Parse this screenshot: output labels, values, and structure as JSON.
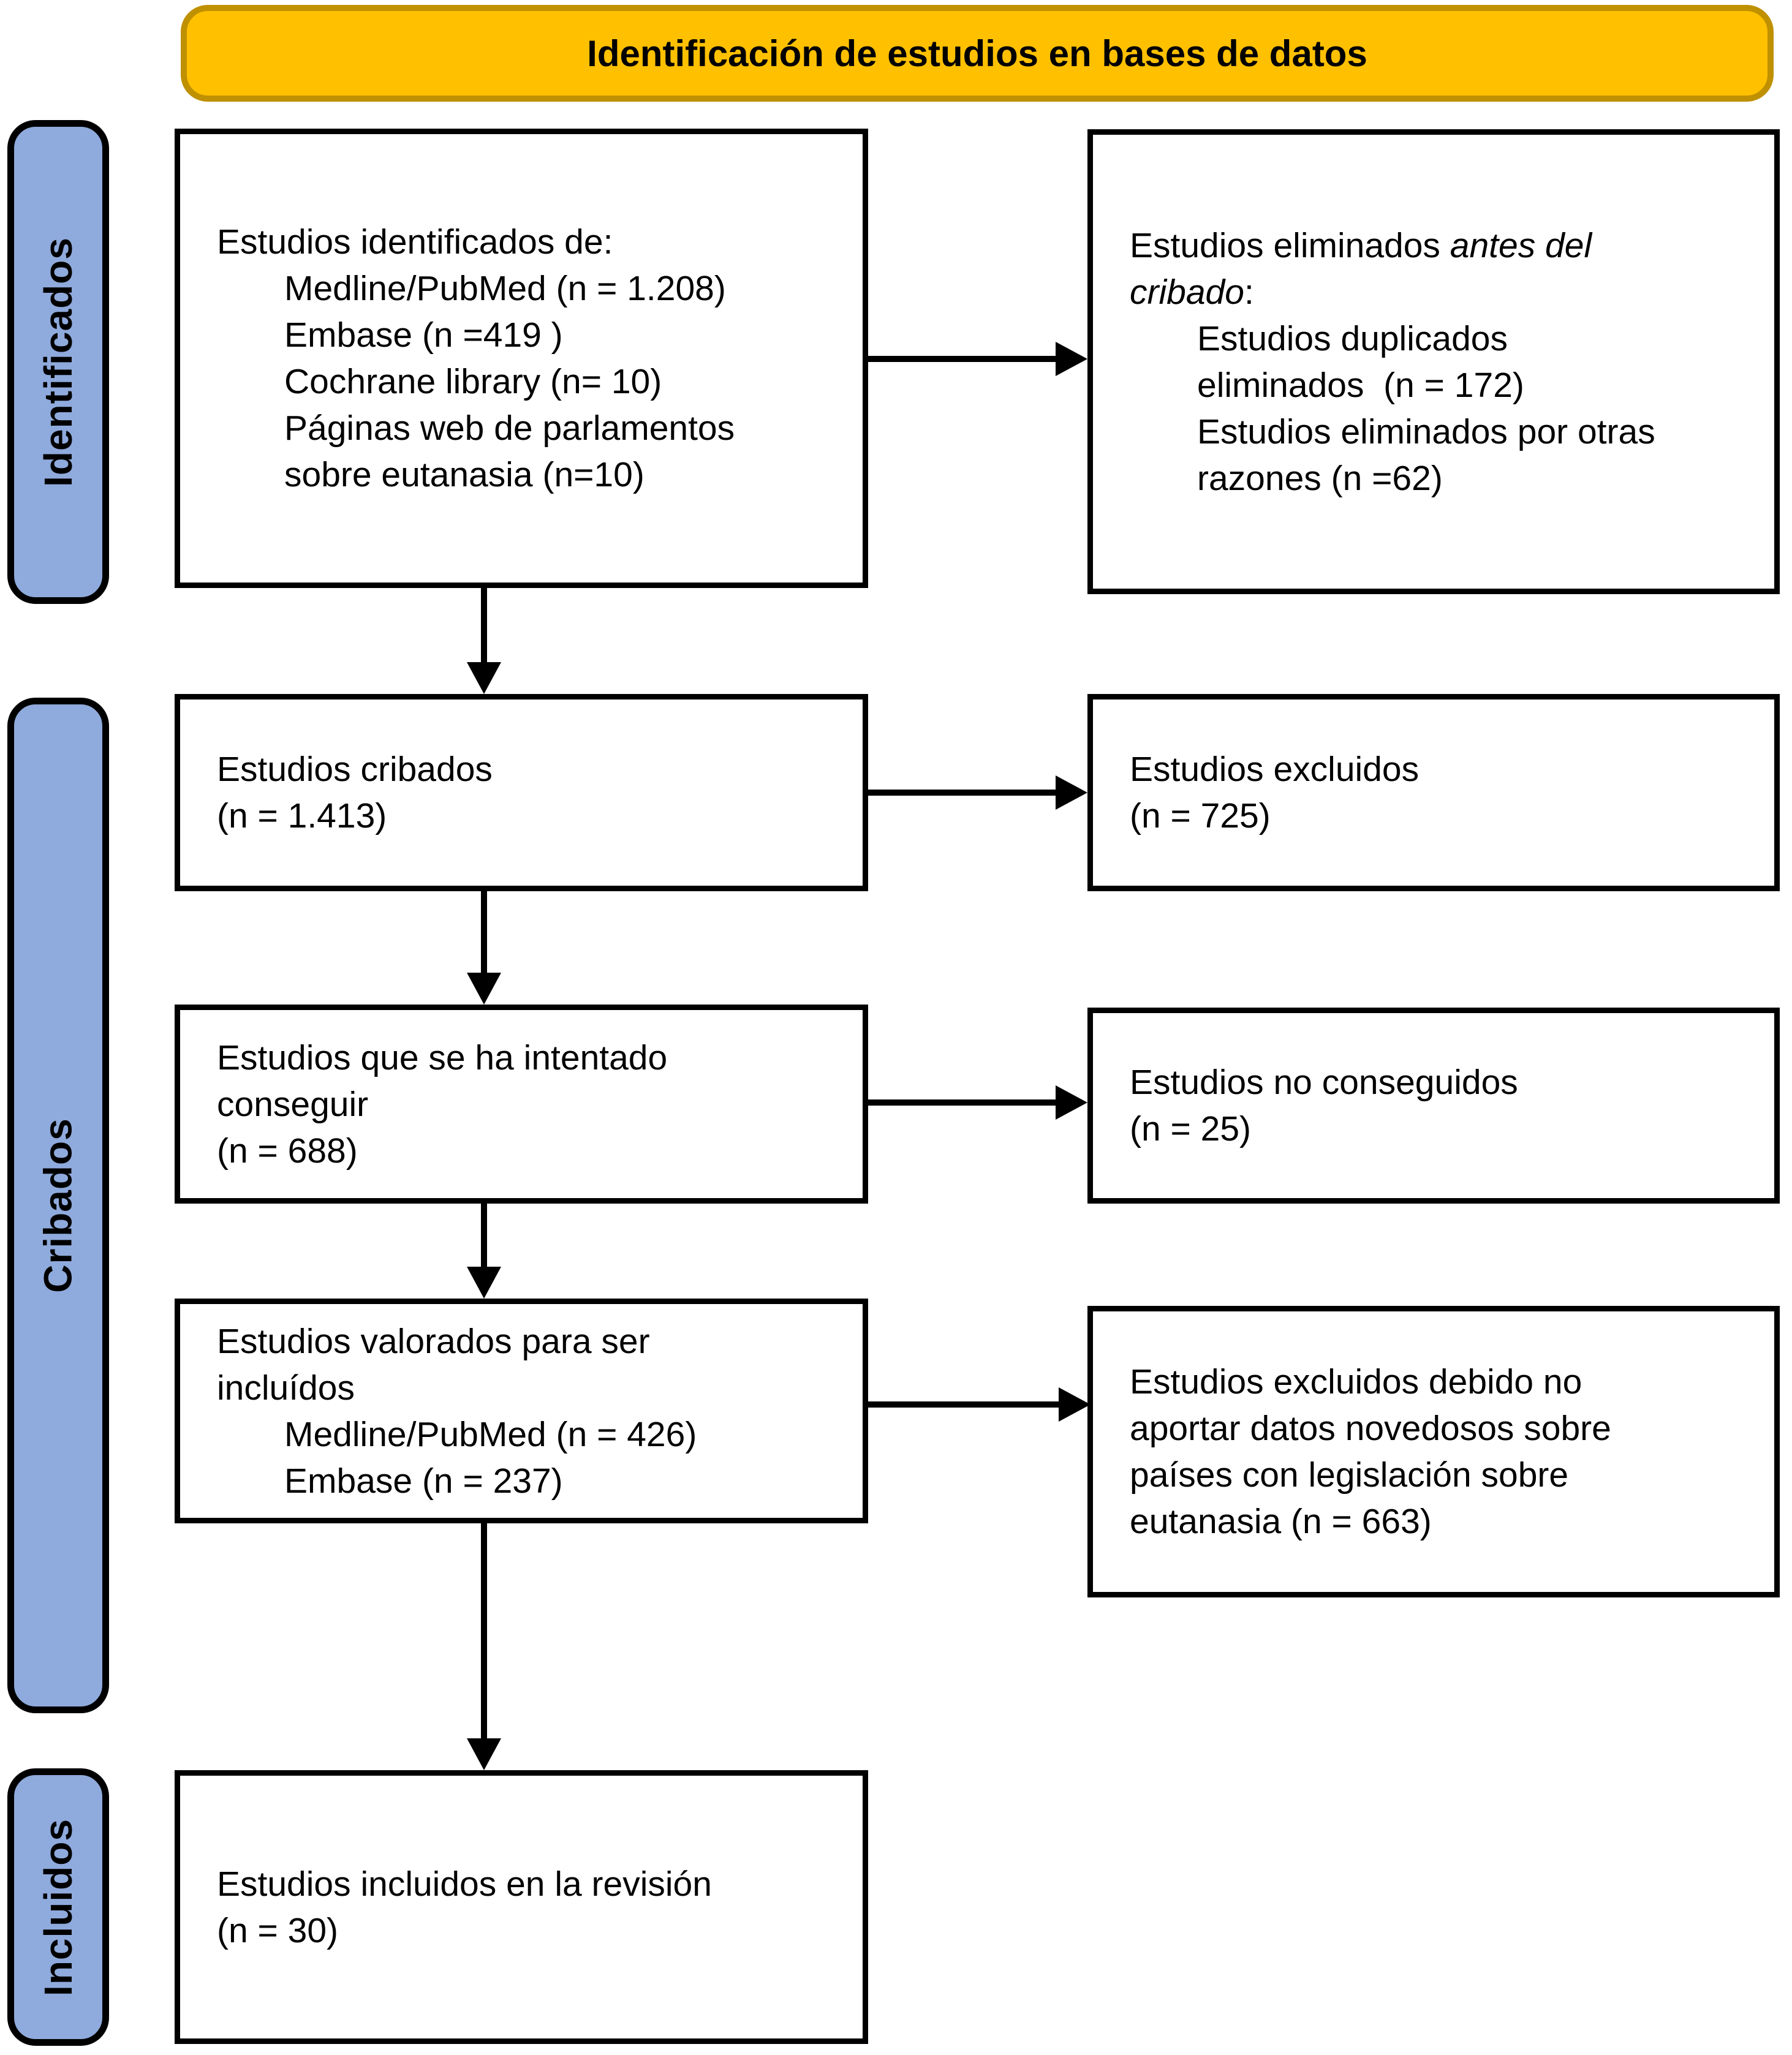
{
  "header": {
    "title": "Identificación de estudios en bases de datos"
  },
  "side_labels": {
    "identificados": "Identificados",
    "cribados": "Cribados",
    "incluidos": "Incluidos"
  },
  "boxes": {
    "identified": {
      "lines": [
        {
          "indent": 0,
          "segments": [
            {
              "text": "Estudios identificados de:"
            }
          ]
        },
        {
          "indent": 1,
          "segments": [
            {
              "text": "Medline/PubMed (n = 1.208)"
            }
          ]
        },
        {
          "indent": 1,
          "segments": [
            {
              "text": "Embase (n =419 )"
            }
          ]
        },
        {
          "indent": 1,
          "segments": [
            {
              "text": "Cochrane library (n= 10)"
            }
          ]
        },
        {
          "indent": 1,
          "segments": [
            {
              "text": "Páginas web de parlamentos"
            }
          ]
        },
        {
          "indent": 1,
          "segments": [
            {
              "text": "sobre eutanasia (n=10)"
            }
          ]
        }
      ]
    },
    "removed_before_screening": {
      "lines": [
        {
          "indent": 0,
          "segments": [
            {
              "text": "Estudios eliminados "
            },
            {
              "text": "antes del",
              "italic": true
            }
          ]
        },
        {
          "indent": 0,
          "segments": [
            {
              "text": "cribado",
              "italic": true
            },
            {
              "text": ":"
            }
          ]
        },
        {
          "indent": 1,
          "segments": [
            {
              "text": "Estudios duplicados"
            }
          ]
        },
        {
          "indent": 1,
          "segments": [
            {
              "text": "eliminados  (n = 172)"
            }
          ]
        },
        {
          "indent": 1,
          "segments": [
            {
              "text": "Estudios eliminados por otras"
            }
          ]
        },
        {
          "indent": 1,
          "segments": [
            {
              "text": "razones (n =62)"
            }
          ]
        }
      ]
    },
    "screened": {
      "lines": [
        {
          "indent": 0,
          "segments": [
            {
              "text": "Estudios cribados"
            }
          ]
        },
        {
          "indent": 0,
          "segments": [
            {
              "text": "(n = 1.413)"
            }
          ]
        }
      ]
    },
    "excluded": {
      "lines": [
        {
          "indent": 0,
          "segments": [
            {
              "text": "Estudios excluidos"
            }
          ]
        },
        {
          "indent": 0,
          "segments": [
            {
              "text": "(n = 725)"
            }
          ]
        }
      ]
    },
    "sought": {
      "lines": [
        {
          "indent": 0,
          "segments": [
            {
              "text": "Estudios que se ha intentado"
            }
          ]
        },
        {
          "indent": 0,
          "segments": [
            {
              "text": "conseguir"
            }
          ]
        },
        {
          "indent": 0,
          "segments": [
            {
              "text": "(n = 688)"
            }
          ]
        }
      ]
    },
    "not_retrieved": {
      "lines": [
        {
          "indent": 0,
          "segments": [
            {
              "text": "Estudios no conseguidos"
            }
          ]
        },
        {
          "indent": 0,
          "segments": [
            {
              "text": "(n = 25)"
            }
          ]
        }
      ]
    },
    "assessed": {
      "lines": [
        {
          "indent": 0,
          "segments": [
            {
              "text": "Estudios valorados para ser"
            }
          ]
        },
        {
          "indent": 0,
          "segments": [
            {
              "text": "incluídos"
            }
          ]
        },
        {
          "indent": 1,
          "segments": [
            {
              "text": "Medline/PubMed (n = 426)"
            }
          ]
        },
        {
          "indent": 1,
          "segments": [
            {
              "text": "Embase (n = 237)"
            }
          ]
        }
      ]
    },
    "excluded_no_new_data": {
      "lines": [
        {
          "indent": 0,
          "segments": [
            {
              "text": "Estudios excluidos debido no"
            }
          ]
        },
        {
          "indent": 0,
          "segments": [
            {
              "text": "aportar datos novedosos sobre"
            }
          ]
        },
        {
          "indent": 0,
          "segments": [
            {
              "text": "países con legislación sobre"
            }
          ]
        },
        {
          "indent": 0,
          "segments": [
            {
              "text": "eutanasia (n = 663)"
            }
          ]
        }
      ]
    },
    "included": {
      "lines": [
        {
          "indent": 0,
          "segments": [
            {
              "text": "Estudios incluidos en la revisión"
            }
          ]
        },
        {
          "indent": 0,
          "segments": [
            {
              "text": "(n = 30)"
            }
          ]
        }
      ]
    }
  },
  "colors": {
    "header_fill": "#FFC000",
    "header_border": "#BF9000",
    "side_label_fill": "#8FAADC",
    "box_border": "#000000"
  }
}
